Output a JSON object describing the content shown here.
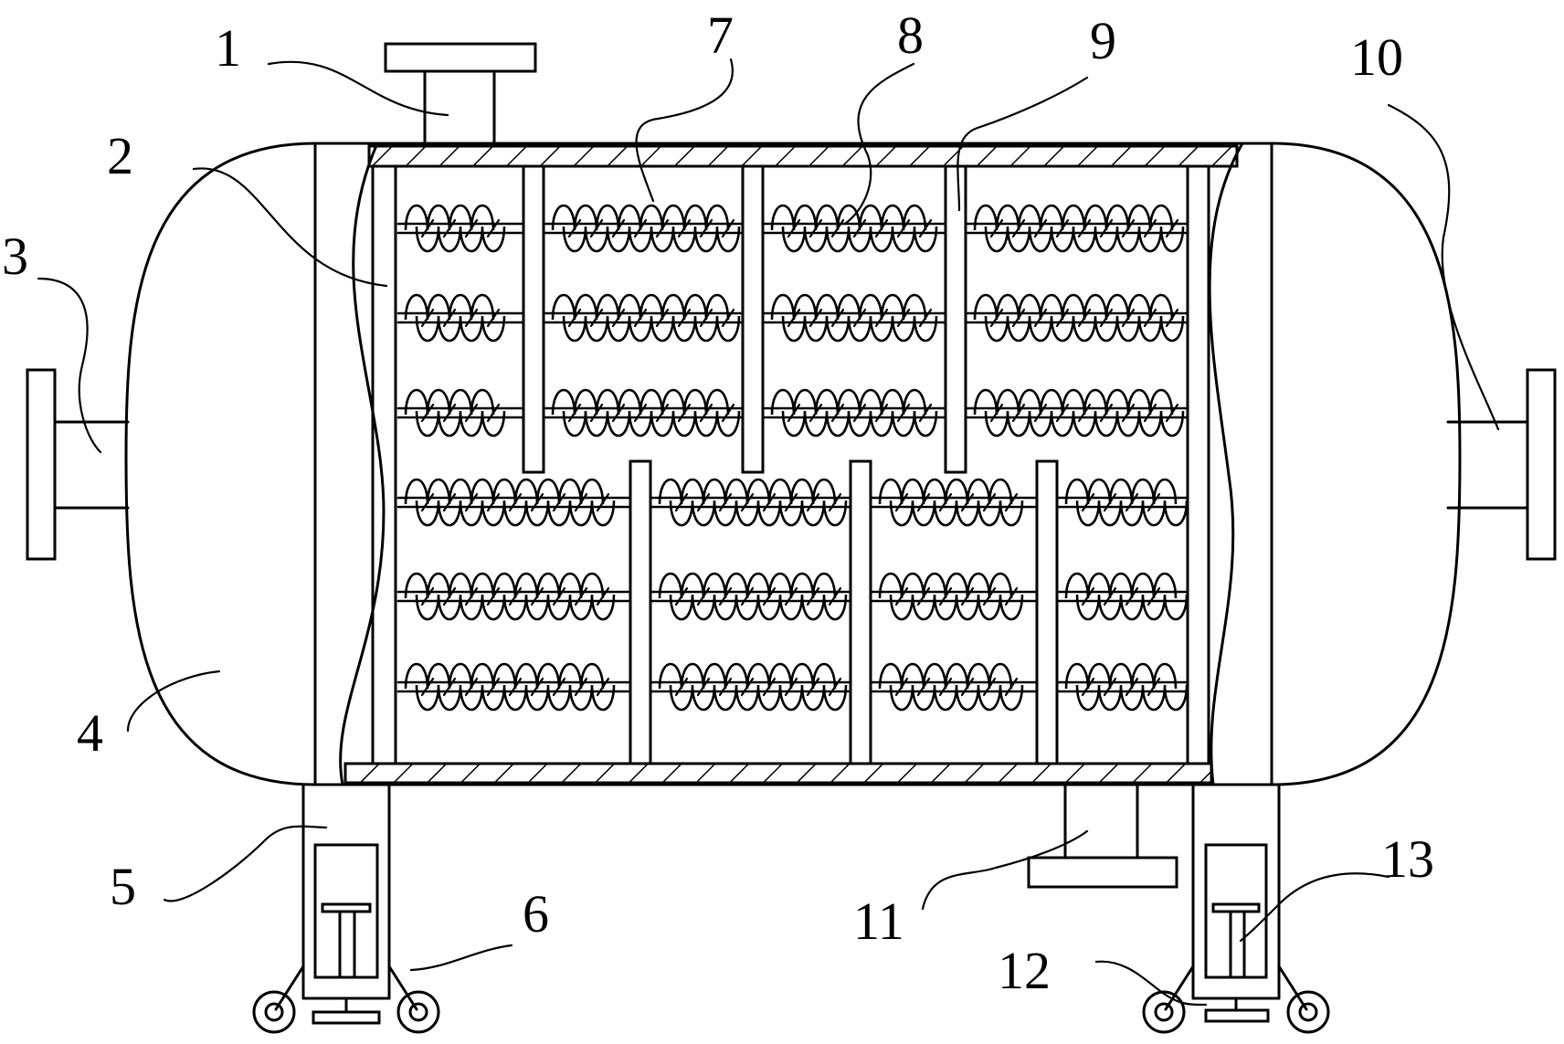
{
  "labels": [
    "1",
    "2",
    "3",
    "4",
    "5",
    "6",
    "7",
    "8",
    "9",
    "10",
    "11",
    "12",
    "13"
  ],
  "colors": {
    "line": "#000000",
    "background": "#ffffff"
  }
}
